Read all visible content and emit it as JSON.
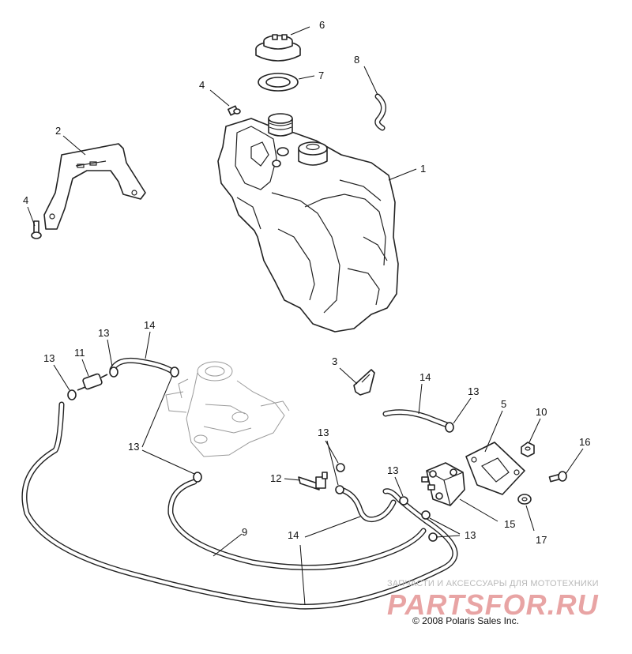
{
  "callouts": {
    "c1": "1",
    "c2": "2",
    "c3": "3",
    "c4a": "4",
    "c4b": "4",
    "c5": "5",
    "c6": "6",
    "c7": "7",
    "c8": "8",
    "c9": "9",
    "c10": "10",
    "c11": "11",
    "c12": "12",
    "c13a": "13",
    "c13b": "13",
    "c13c": "13",
    "c13d": "13",
    "c13e": "13",
    "c13f": "13",
    "c14a": "14",
    "c14b": "14",
    "c14c": "14",
    "c15": "15",
    "c16": "16",
    "c17": "17"
  },
  "watermark": {
    "tagline": "ЗАПЧАСТИ И АКСЕССУАРЫ ДЛЯ МОТОТЕХНИКИ",
    "logo": "PARTSFOR.RU"
  },
  "copyright": "© 2008 Polaris Sales Inc."
}
